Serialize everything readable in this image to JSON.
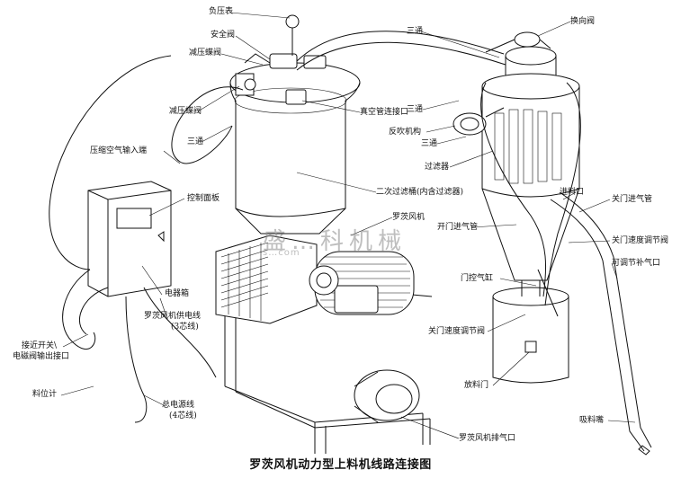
{
  "caption": "罗茨风机动力型上料机线路连接图",
  "watermark": {
    "text": "盛…科机械",
    "sub": "s…com"
  },
  "labels": {
    "pressure_gauge": "负压表",
    "safety_valve": "安全阀",
    "reducing_valve_top": "减压蝶阀",
    "reducing_valve_left": "减压蝶阀",
    "tee_left": "三通",
    "compressed_air_inlet": "压缩空气输入端",
    "control_panel": "控制面板",
    "electrical_box": "电器箱",
    "roots_power_line": "罗茨风机供电线",
    "roots_power_line_cores": "(3芯线)",
    "proximity_switch": "接近开关\\",
    "solenoid_output": "电磁阀输出接口",
    "level_gauge": "料位计",
    "main_power_line": "总电源线",
    "main_power_line_cores": "(4芯线)",
    "vacuum_connection": "真空管连接口",
    "secondary_filter_bucket": "二次过滤桶(内含过滤器)",
    "roots_blower": "罗茨风机",
    "roots_exhaust": "罗茨风机排气口",
    "tee_top": "三通",
    "reversing_valve": "换向阀",
    "tee_mid": "三通",
    "backflush": "反吹机构",
    "tee_lower": "三通",
    "filter": "过滤器",
    "feed_inlet": "进料口",
    "close_air_pipe": "关门进气管",
    "open_air_pipe": "开门进气管",
    "close_speed_valve": "关门速度调节阀",
    "adjustable_air_port": "可调节补气口",
    "door_cylinder": "门控气缸",
    "close_speed_valve2": "关门速度调节阀",
    "discharge_door": "放料门",
    "suction_nozzle": "吸料嘴"
  },
  "icons": {
    "gauge": "pressure-gauge-icon",
    "motor": "motor-icon",
    "cabinet": "control-cabinet-icon"
  }
}
